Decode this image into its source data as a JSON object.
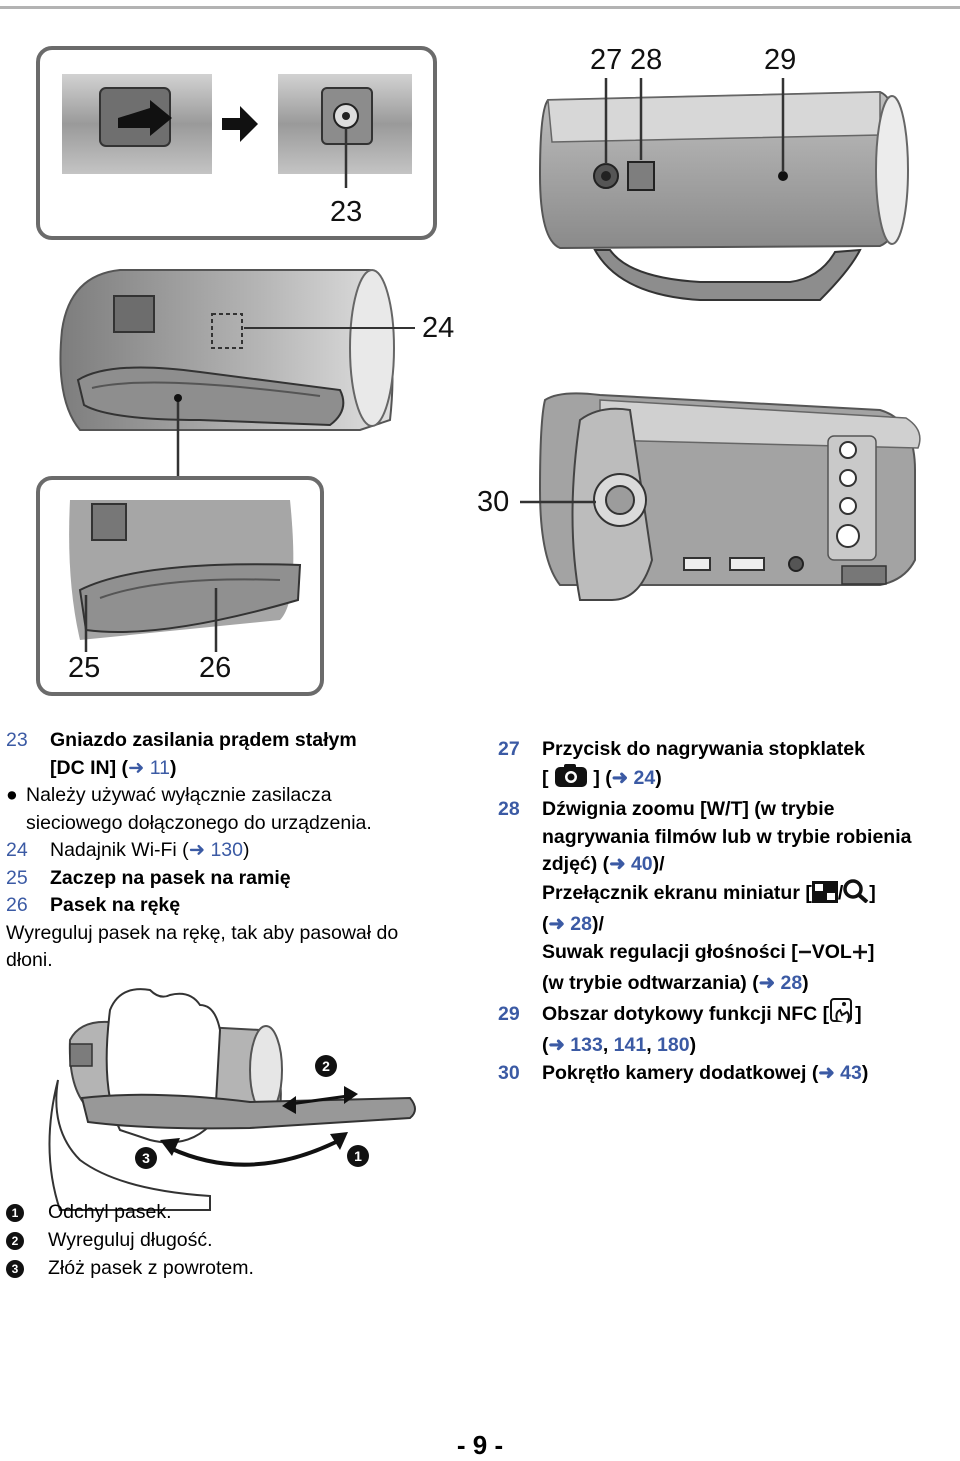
{
  "callouts": {
    "c23": "23",
    "c24": "24",
    "c25": "25",
    "c26": "26",
    "c27": "27",
    "c28": "28",
    "c29": "29",
    "c30": "30"
  },
  "left_list": {
    "item23": {
      "num": "23",
      "title": "Gniazdo zasilania prądem stałym",
      "line2": "[DC IN] (",
      "ref": "11",
      "close": ")"
    },
    "note": {
      "bullet": "●",
      "line1": "Należy używać wyłącznie zasilacza",
      "line2": "sieciowego dołączonego do urządzenia."
    },
    "item24": {
      "num": "24",
      "title": "Nadajnik Wi-Fi (",
      "ref": "130",
      "close": ")"
    },
    "item25": {
      "num": "25",
      "title": "Zaczep na pasek na ramię"
    },
    "item26": {
      "num": "26",
      "title": "Pasek na rękę"
    },
    "para": {
      "line1": "Wyreguluj pasek na rękę, tak aby pasował do",
      "line2": "dłoni."
    }
  },
  "right_list": {
    "item27": {
      "num": "27",
      "title": "Przycisk do nagrywania stopklatek",
      "l2a": "[",
      "l2b": "] (",
      "ref": "24",
      "close": ")"
    },
    "item28": {
      "num": "28",
      "l1": "Dźwignia zoomu [W/T] (w trybie",
      "l2": "nagrywania filmów lub w trybie robienia",
      "l3a": "zdjęć) (",
      "ref1": "40",
      "l3b": ")/",
      "l4a": "Przełącznik ekranu miniatur [",
      "l4b": "/",
      "l4c": "]",
      "l5a": "(",
      "ref2": "28",
      "l5b": ")/",
      "l6": "Suwak regulacji głośności [",
      "l6vol": "VOL",
      "l6c": "]",
      "l7a": "(w trybie odtwarzania) (",
      "ref3": "28",
      "l7b": ")"
    },
    "item29": {
      "num": "29",
      "l1": "Obszar dotykowy funkcji NFC [",
      "l1b": "]",
      "l2a": "(",
      "ref1": "133",
      "sep1": ", ",
      "ref2": "141",
      "sep2": ", ",
      "ref3": "180",
      "l2b": ")"
    },
    "item30": {
      "num": "30",
      "title": "Pokrętło kamery dodatkowej (",
      "ref": "43",
      "close": ")"
    }
  },
  "arrow_glyph": "➜",
  "strap_markers": {
    "m1": "1",
    "m2": "2",
    "m3": "3"
  },
  "steps": [
    {
      "marker": "1",
      "text": "Odchyl pasek."
    },
    {
      "marker": "2",
      "text": "Wyreguluj długość."
    },
    {
      "marker": "3",
      "text": "Złóż pasek z powrotem."
    }
  ],
  "page_number": "- 9 -",
  "colors": {
    "ref_blue": "#3b5aa4",
    "rule_gray": "#b3b3b3"
  }
}
